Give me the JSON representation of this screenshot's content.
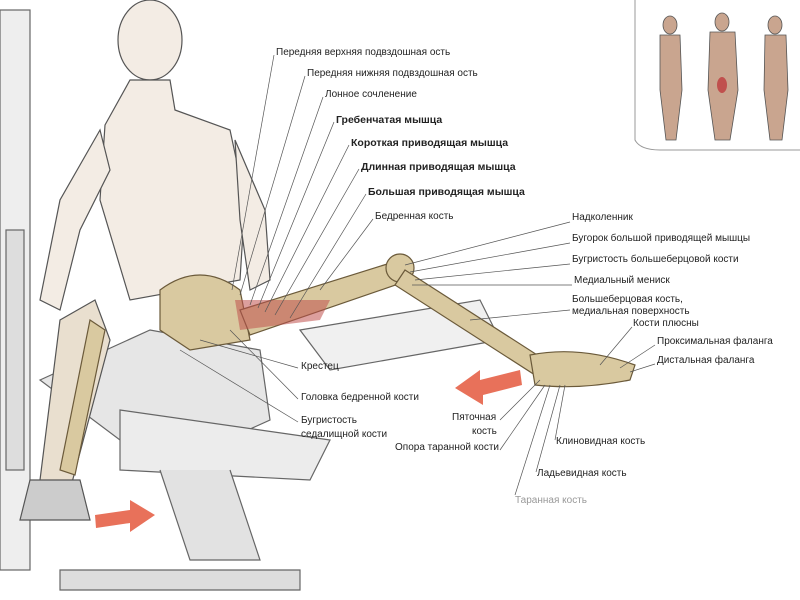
{
  "labels_top": [
    {
      "text": "Передняя верхняя подвздошная ость",
      "bold": false
    },
    {
      "text": "Передняя нижняя подвздошная ость",
      "bold": false
    },
    {
      "text": "Лонное сочленение",
      "bold": false
    },
    {
      "text": "Гребенчатая мышца",
      "bold": true
    },
    {
      "text": "Короткая приводящая мышца",
      "bold": true
    },
    {
      "text": "Длинная приводящая мышца",
      "bold": true
    },
    {
      "text": "Большая приводящая мышца",
      "bold": true
    },
    {
      "text": "Бедренная кость",
      "bold": false
    }
  ],
  "labels_right": [
    "Надколенник",
    "Бугорок большой приводящей мышцы",
    "Бугристость большеберцовой кости",
    "Медиальный мениск",
    "Большеберцовая кость,",
    "медиальная поверхность",
    "Кости плюсны",
    "Проксимальная фаланга",
    "Дистальная фаланга"
  ],
  "labels_bottom": [
    "Крестец",
    "Головка бедренной кости",
    "Бугристость",
    "седалищной кости",
    "Пяточная",
    "кость",
    "Опора таранной кости",
    "Клиновидная кость",
    "Ладьевидная кость",
    "Таранная кость"
  ],
  "colors": {
    "bone": "#d9c9a0",
    "muscle": "#c0504d",
    "arrow": "#e8715a",
    "line": "#555555"
  }
}
